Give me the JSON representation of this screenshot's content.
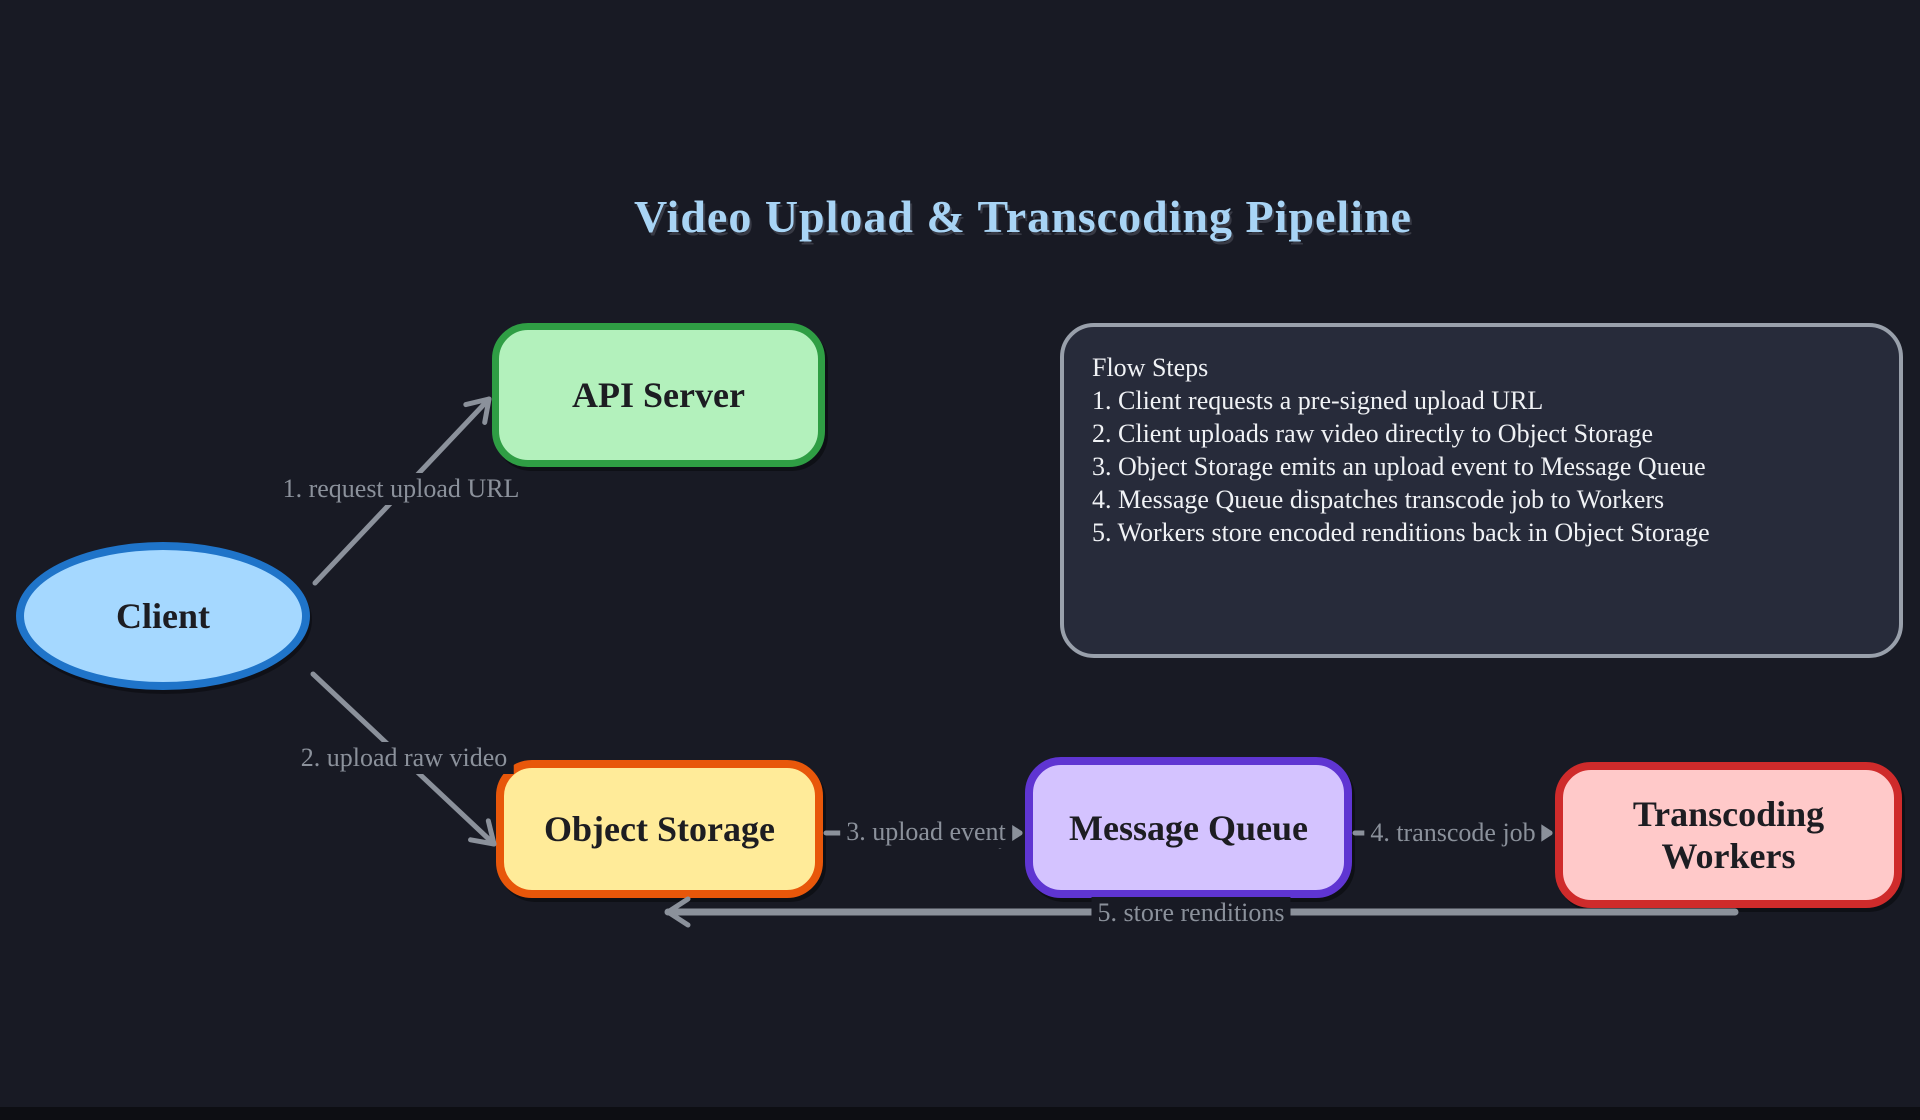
{
  "title": "Video Upload & Transcoding Pipeline",
  "nodes": {
    "client": {
      "label": "Client",
      "shape": "ellipse",
      "fill": "#a5d8ff",
      "stroke": "#1f74c9"
    },
    "api_server": {
      "label": "API Server",
      "shape": "rectangle",
      "fill": "#b3f1bc",
      "stroke": "#2f9e44"
    },
    "object_storage": {
      "label": "Object Storage",
      "shape": "rectangle",
      "fill": "#ffeb99",
      "stroke": "#e8570a"
    },
    "message_queue": {
      "label": "Message Queue",
      "shape": "rectangle",
      "fill": "#d4c3ff",
      "stroke": "#5f35d2"
    },
    "transcoding_workers": {
      "label": "Transcoding Workers",
      "shape": "rectangle",
      "fill": "#ffc9c9",
      "stroke": "#cf2b2b"
    }
  },
  "edges": [
    {
      "label": "1. request upload URL",
      "from": "client",
      "to": "api_server"
    },
    {
      "label": "2. upload raw video",
      "from": "client",
      "to": "object_storage"
    },
    {
      "label": "3. upload event",
      "from": "object_storage",
      "to": "message_queue"
    },
    {
      "label": "4. transcode job",
      "from": "message_queue",
      "to": "transcoding_workers"
    },
    {
      "label": "5. store renditions",
      "from": "transcoding_workers",
      "to": "object_storage"
    }
  ],
  "flow_panel": {
    "title": "Flow Steps",
    "steps": [
      "1. Client requests a pre-signed upload URL",
      "2. Client uploads raw video directly to Object Storage",
      "3. Object Storage emits an upload event to Message Queue",
      "4. Message Queue dispatches transcode job to Workers",
      "5. Workers store encoded renditions back in Object Storage"
    ]
  },
  "colors": {
    "canvas_background": "#181a24",
    "panel_background": "#272b3a",
    "panel_border": "#99a0ab",
    "panel_text": "#f0f2f5",
    "edge_gray": "#8b919b",
    "title_blue": "#a8d4f5",
    "node_text": "#1d1d22"
  }
}
